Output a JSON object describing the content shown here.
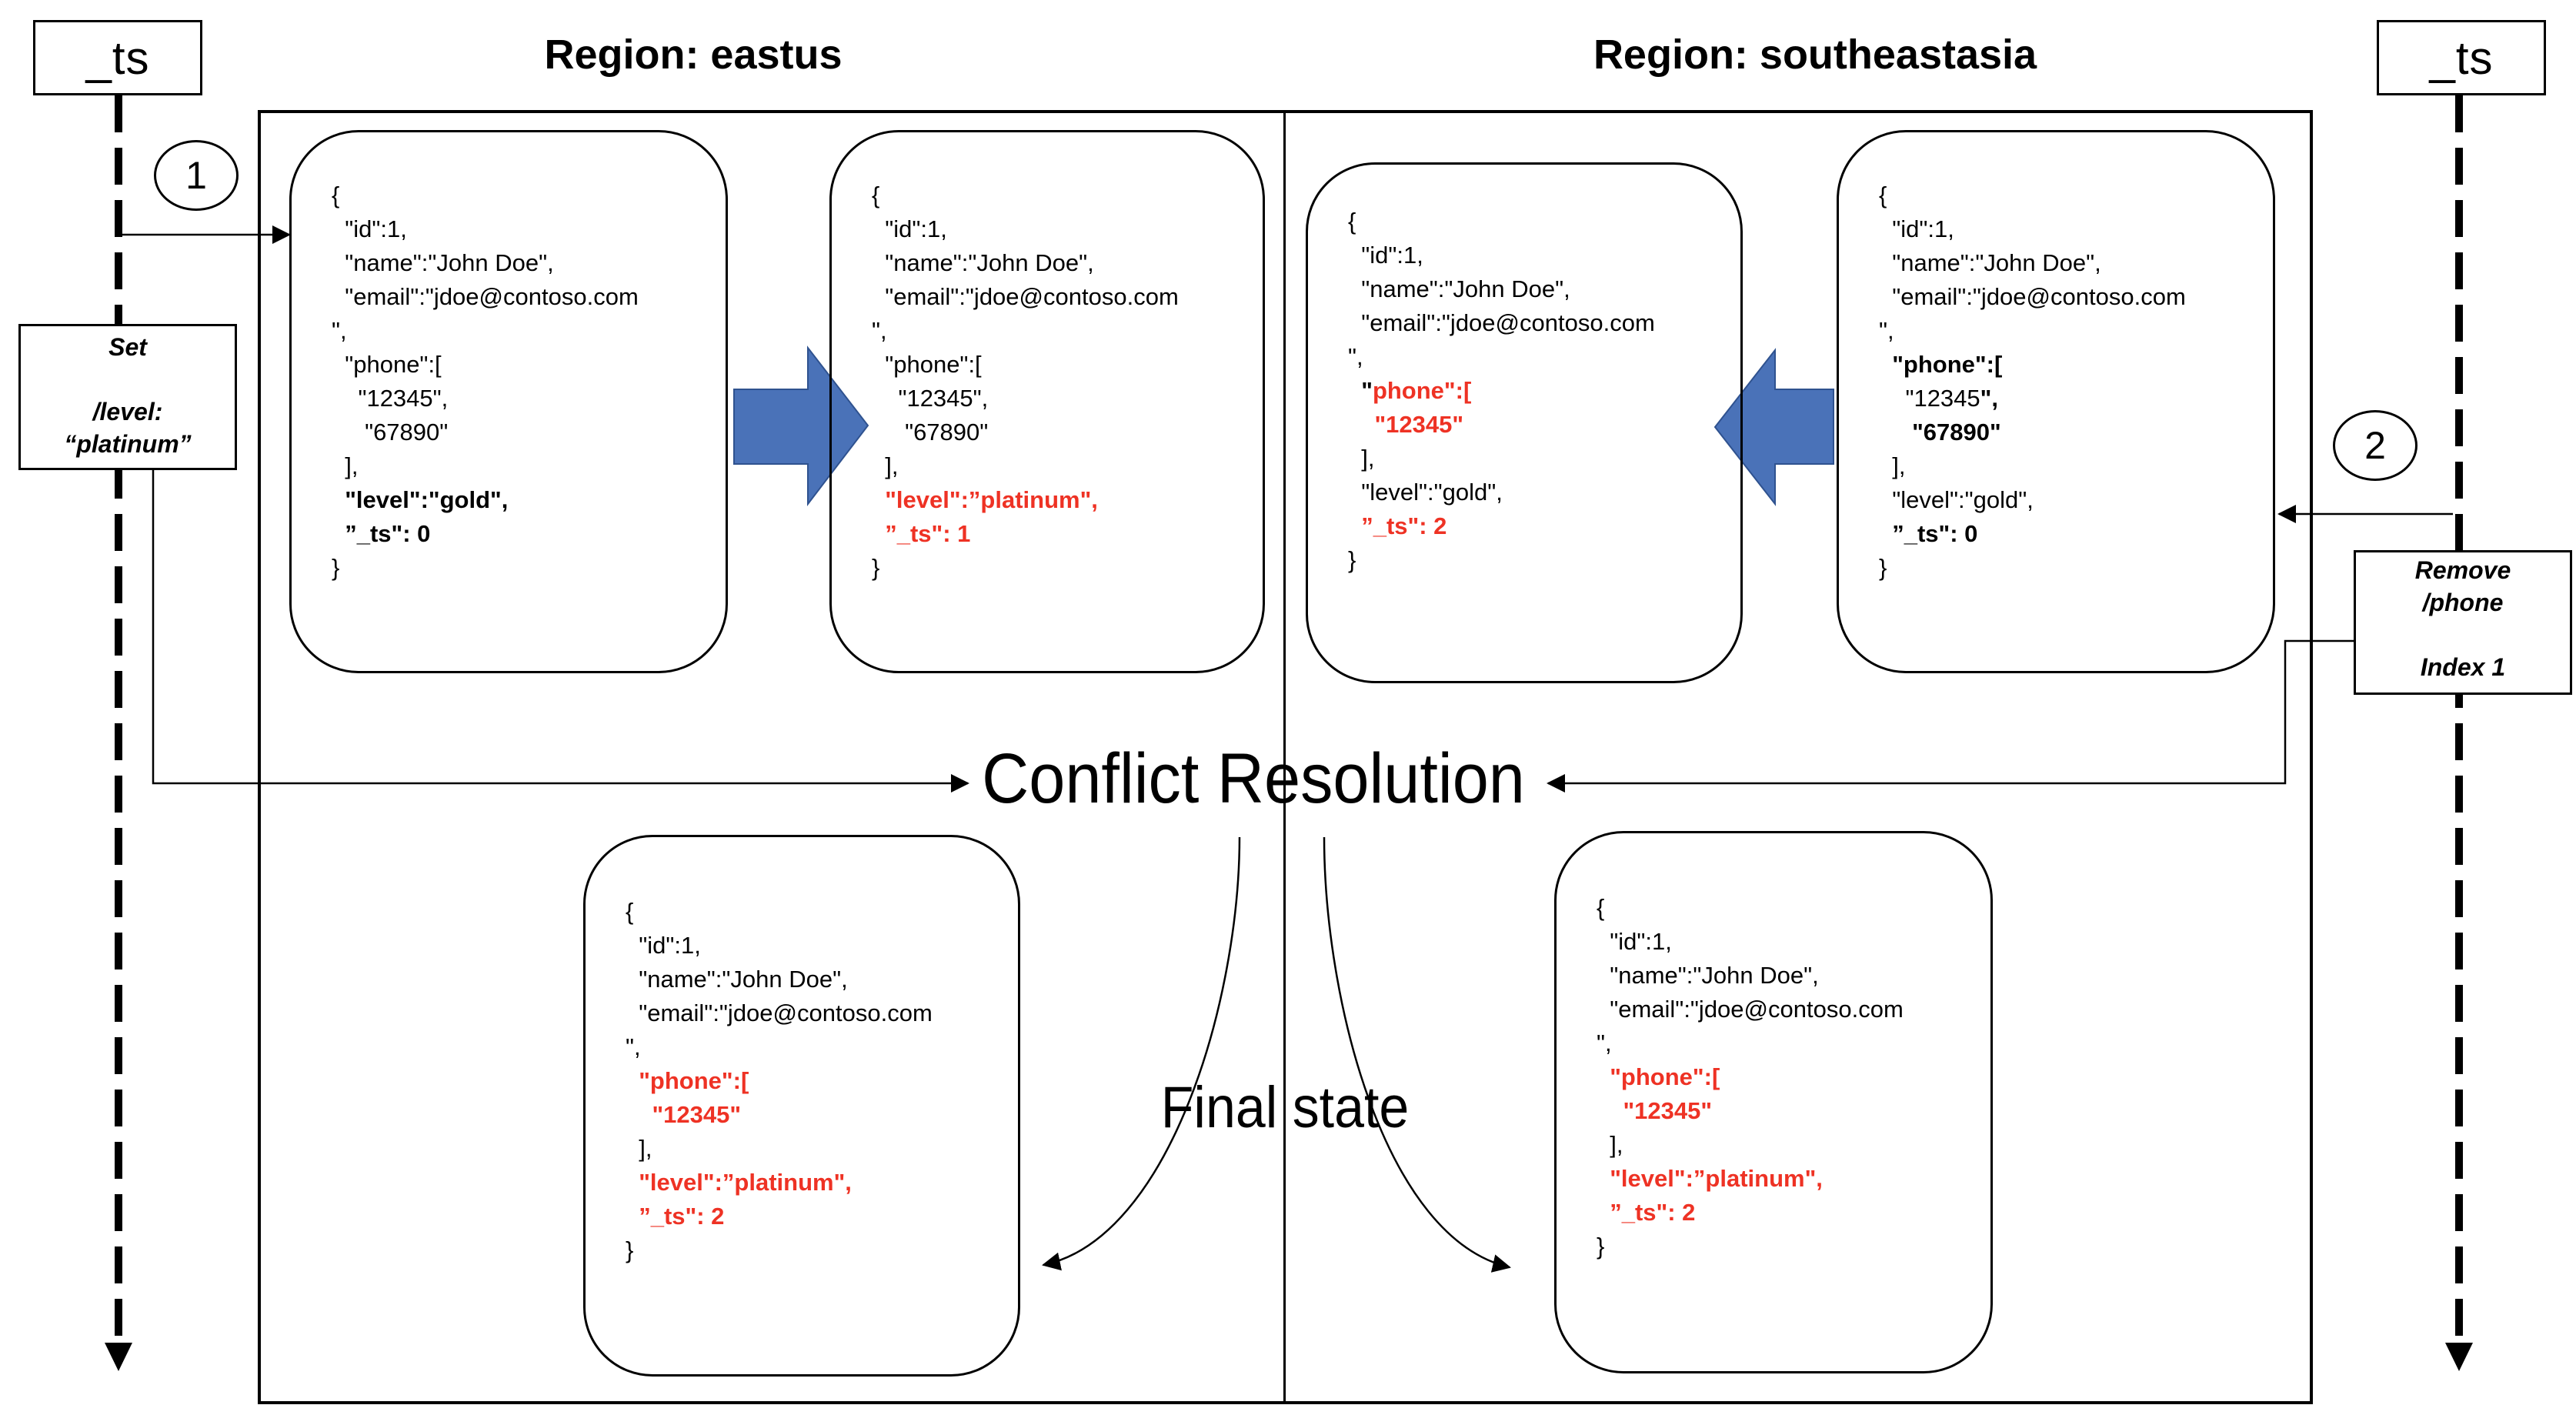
{
  "diagram": {
    "title_left_region": "Region: eastus",
    "title_right_region": "Region: southeastasia",
    "center_label": "Conflict Resolution",
    "final_label": "Final state",
    "colors": {
      "highlight_red": "#EE3224",
      "arrow_blue": "#4A72B8",
      "arrow_blue_border": "#2F528F"
    }
  },
  "timelines": {
    "left": {
      "header": "_ts",
      "step_number": "1",
      "operation_lines": [
        "Set",
        "",
        "/level:",
        "“platinum”"
      ]
    },
    "right": {
      "header": "_ts",
      "step_number": "2",
      "operation_lines": [
        "Remove",
        "/phone",
        "",
        "Index 1"
      ]
    }
  },
  "documents": {
    "eastus_before": {
      "lines": [
        [
          [
            "n",
            "{"
          ]
        ],
        [
          [
            "n",
            "  \"id\":1,"
          ]
        ],
        [
          [
            "n",
            "  \"name\":\"John Doe\","
          ]
        ],
        [
          [
            "n",
            "  \"email\":\"jdoe@contoso.com"
          ]
        ],
        [
          [
            "n",
            "\","
          ]
        ],
        [
          [
            "n",
            "  \"phone\":["
          ]
        ],
        [
          [
            "n",
            "    \"12345\","
          ]
        ],
        [
          [
            "n",
            "     \"67890\""
          ]
        ],
        [
          [
            "n",
            "  ],"
          ]
        ],
        [
          [
            "n",
            "  "
          ],
          [
            "b",
            "\"level\":\"gold\","
          ]
        ],
        [
          [
            "n",
            "  "
          ],
          [
            "b",
            "”_ts\": 0"
          ]
        ],
        [
          [
            "n",
            "}"
          ]
        ]
      ]
    },
    "eastus_after": {
      "lines": [
        [
          [
            "n",
            "{"
          ]
        ],
        [
          [
            "n",
            "  \"id\":1,"
          ]
        ],
        [
          [
            "n",
            "  \"name\":\"John Doe\","
          ]
        ],
        [
          [
            "n",
            "  \"email\":\"jdoe@contoso.com"
          ]
        ],
        [
          [
            "n",
            "\","
          ]
        ],
        [
          [
            "n",
            "  \"phone\":["
          ]
        ],
        [
          [
            "n",
            "    \"12345\","
          ]
        ],
        [
          [
            "n",
            "     \"67890\""
          ]
        ],
        [
          [
            "n",
            "  ],"
          ]
        ],
        [
          [
            "n",
            "  "
          ],
          [
            "r",
            "\"level\":”platinum\","
          ]
        ],
        [
          [
            "n",
            "  "
          ],
          [
            "r",
            "”_ts\": 1"
          ]
        ],
        [
          [
            "n",
            "}"
          ]
        ]
      ]
    },
    "southeastasia_after": {
      "lines": [
        [
          [
            "n",
            "{"
          ]
        ],
        [
          [
            "n",
            "  \"id\":1,"
          ]
        ],
        [
          [
            "n",
            "  \"name\":\"John Doe\","
          ]
        ],
        [
          [
            "n",
            "  \"email\":\"jdoe@contoso.com"
          ]
        ],
        [
          [
            "n",
            "\","
          ]
        ],
        [
          [
            "n",
            "  "
          ],
          [
            "b",
            "\""
          ],
          [
            "r",
            "phone\":["
          ]
        ],
        [
          [
            "n",
            "    "
          ],
          [
            "r",
            "\"12345\""
          ]
        ],
        [
          [
            "n",
            "  ],"
          ]
        ],
        [
          [
            "n",
            "  \"level\":\"gold\","
          ]
        ],
        [
          [
            "n",
            "  "
          ],
          [
            "r",
            "”_ts\": 2"
          ]
        ],
        [
          [
            "n",
            "}"
          ]
        ]
      ]
    },
    "southeastasia_before": {
      "lines": [
        [
          [
            "n",
            "{"
          ]
        ],
        [
          [
            "n",
            "  \"id\":1,"
          ]
        ],
        [
          [
            "n",
            "  \"name\":\"John Doe\","
          ]
        ],
        [
          [
            "n",
            "  \"email\":\"jdoe@contoso.com"
          ]
        ],
        [
          [
            "n",
            "\","
          ]
        ],
        [
          [
            "n",
            "  "
          ],
          [
            "b",
            "\"phone\":["
          ]
        ],
        [
          [
            "n",
            "    \"12345"
          ],
          [
            "b",
            "\","
          ]
        ],
        [
          [
            "n",
            "     "
          ],
          [
            "b",
            "\"67890\""
          ]
        ],
        [
          [
            "n",
            "  ],"
          ]
        ],
        [
          [
            "n",
            "  \"level\":\"gold\","
          ]
        ],
        [
          [
            "n",
            "  "
          ],
          [
            "b",
            "”_ts\": 0"
          ]
        ],
        [
          [
            "n",
            "}"
          ]
        ]
      ]
    },
    "final_eastus": {
      "lines": [
        [
          [
            "n",
            "{"
          ]
        ],
        [
          [
            "n",
            "  \"id\":1,"
          ]
        ],
        [
          [
            "n",
            "  \"name\":\"John Doe\","
          ]
        ],
        [
          [
            "n",
            "  \"email\":\"jdoe@contoso.com"
          ]
        ],
        [
          [
            "n",
            "\","
          ]
        ],
        [
          [
            "n",
            "  "
          ],
          [
            "r",
            "\"phone\":["
          ]
        ],
        [
          [
            "n",
            "    "
          ],
          [
            "r",
            "\"12345\""
          ]
        ],
        [
          [
            "n",
            "  ],"
          ]
        ],
        [
          [
            "n",
            "  "
          ],
          [
            "r",
            "\"level\":”platinum\","
          ]
        ],
        [
          [
            "n",
            "  "
          ],
          [
            "r",
            "”_ts\": 2"
          ]
        ],
        [
          [
            "n",
            "}"
          ]
        ]
      ]
    },
    "final_southeastasia": {
      "lines": [
        [
          [
            "n",
            "{"
          ]
        ],
        [
          [
            "n",
            "  \"id\":1,"
          ]
        ],
        [
          [
            "n",
            "  \"name\":\"John Doe\","
          ]
        ],
        [
          [
            "n",
            "  \"email\":\"jdoe@contoso.com"
          ]
        ],
        [
          [
            "n",
            "\","
          ]
        ],
        [
          [
            "n",
            "  "
          ],
          [
            "r",
            "\"phone\":["
          ]
        ],
        [
          [
            "n",
            "    "
          ],
          [
            "r",
            "\"12345\""
          ]
        ],
        [
          [
            "n",
            "  ],"
          ]
        ],
        [
          [
            "n",
            "  "
          ],
          [
            "r",
            "\"level\":”platinum\","
          ]
        ],
        [
          [
            "n",
            "  "
          ],
          [
            "r",
            "”_ts\": 2"
          ]
        ],
        [
          [
            "n",
            "}"
          ]
        ]
      ]
    }
  }
}
